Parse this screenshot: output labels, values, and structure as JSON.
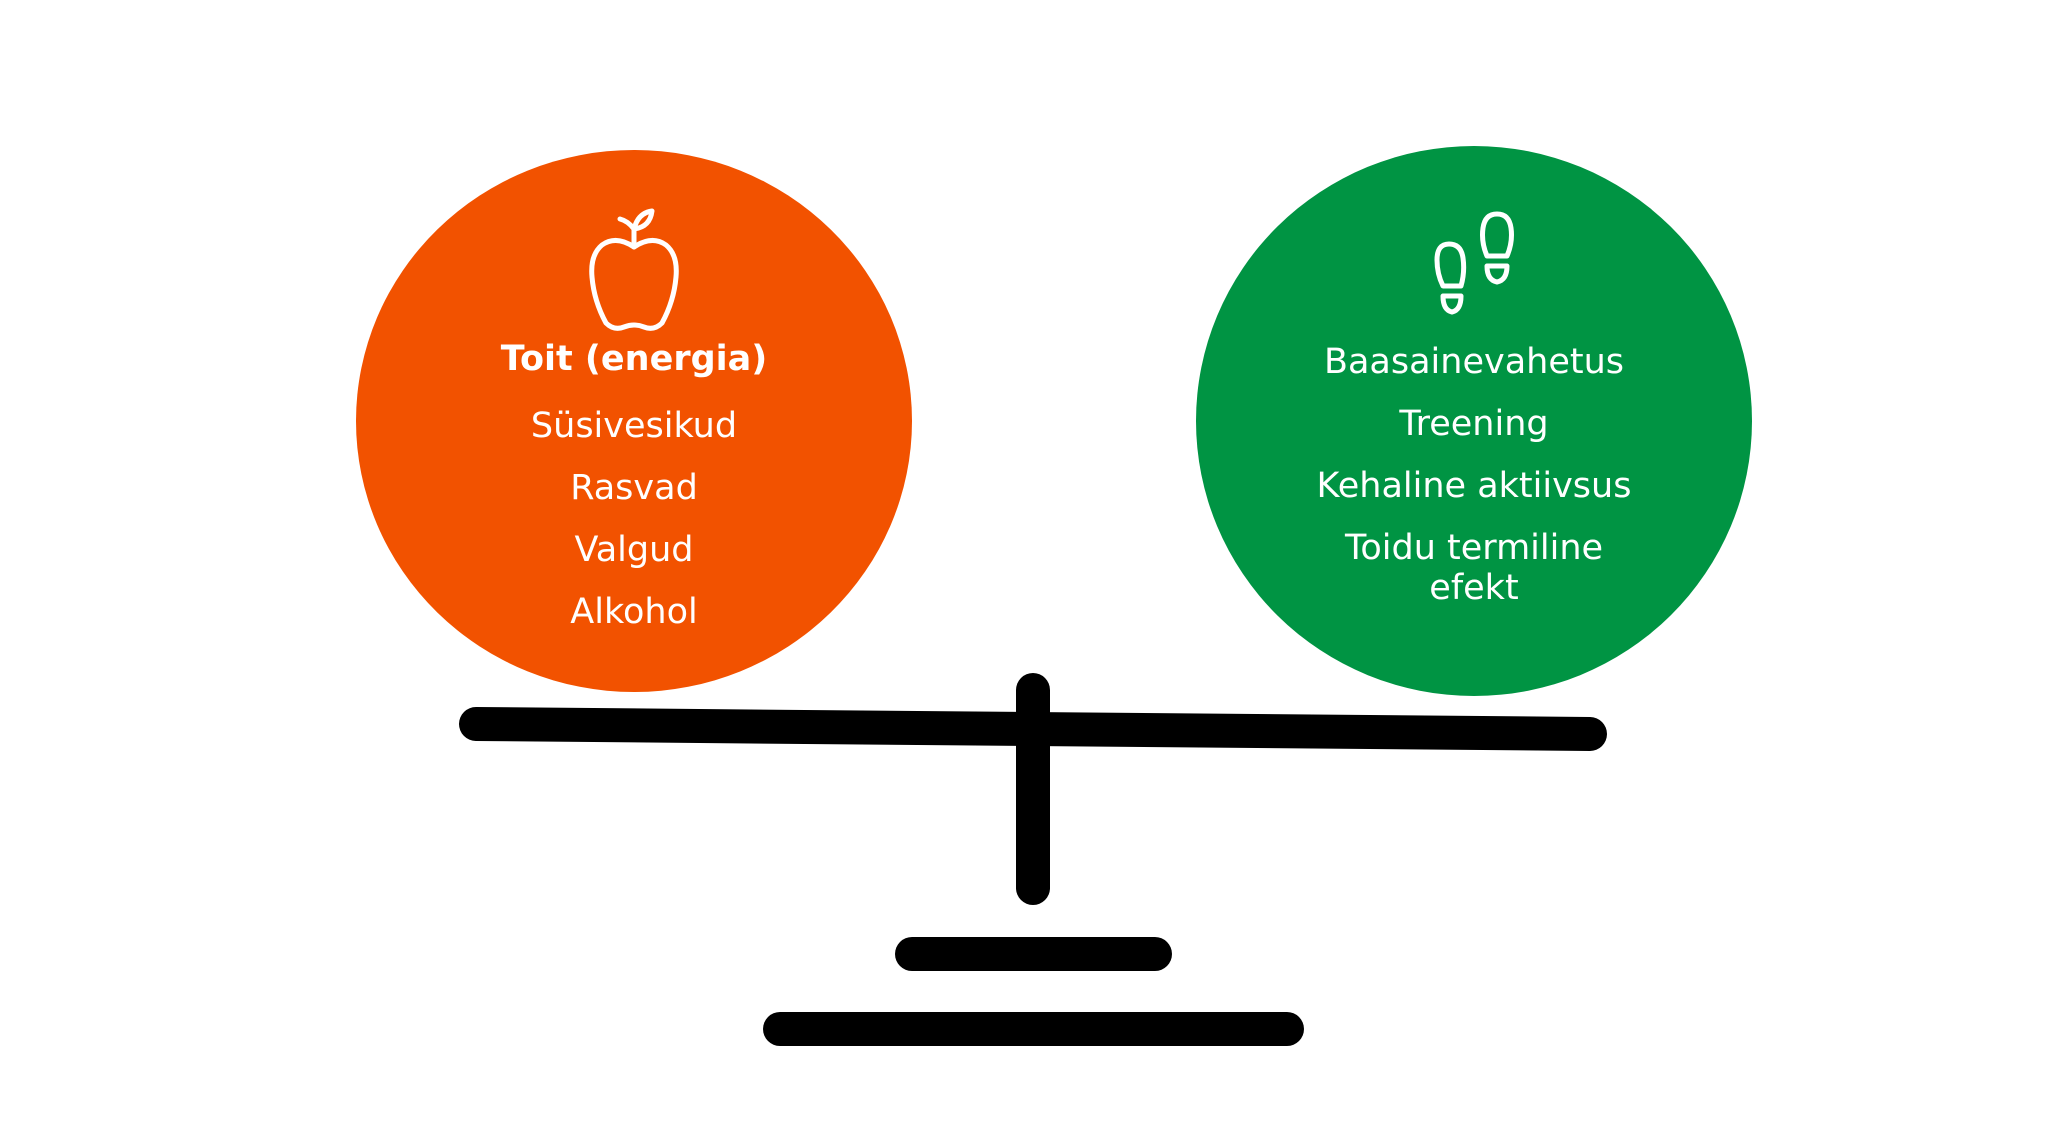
{
  "colors": {
    "food": "#f25200",
    "expenditure": "#009443",
    "scale": "#000000",
    "text": "#ffffff"
  },
  "left_circle": {
    "icon": "apple-icon",
    "heading": "Toit (energia)",
    "items": [
      {
        "label": "Süsivesikud"
      },
      {
        "label": "Rasvad"
      },
      {
        "label": "Valgud"
      },
      {
        "label": "Alkohol"
      }
    ]
  },
  "right_circle": {
    "icon": "footprints-icon",
    "items": [
      {
        "label": "Baasainevahetus"
      },
      {
        "label": "Treening"
      },
      {
        "label": "Kehaline aktiivsus"
      },
      {
        "label": "Toidu termiline efekt"
      }
    ]
  }
}
